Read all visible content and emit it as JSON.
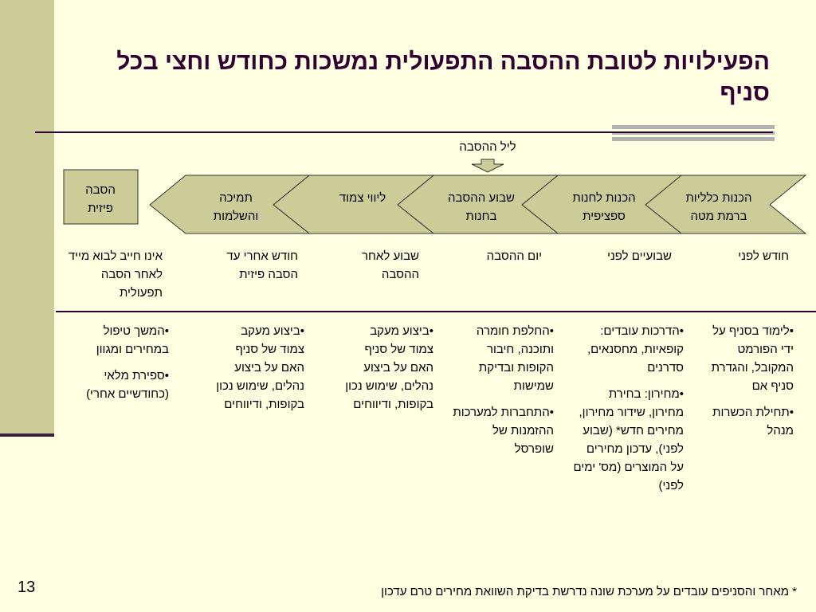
{
  "title": "הפעילויות לטובת ההסבה התפעולית נמשכות כחודש וחצי בכל סניף",
  "slide_number": "13",
  "conversion_night_label": "ליל ההסבה",
  "physical_box": {
    "line1": "הסבה",
    "line2": "פיזית"
  },
  "stages": [
    {
      "line1": "הכנות כלליות",
      "line2": "ברמת מטה"
    },
    {
      "line1": "הכנות לחנות",
      "line2": "ספציפית"
    },
    {
      "line1": "שבוע ההסבה",
      "line2": "בחנות"
    },
    {
      "line1": "ליווי צמוד",
      "line2": ""
    },
    {
      "line1": "תמיכה",
      "line2": "והשלמות"
    }
  ],
  "timing": [
    "חודש לפני",
    "שבועיים לפני",
    "יום ההסבה",
    "שבוע לאחר ההסבה",
    "חודש אחרי עד הסבה פיזית",
    "אינו חייב לבוא מייד לאחר הסבה תפעולית"
  ],
  "activities": [
    [
      "•לימוד בסניף על ידי הפורמט המקובל, והגדרת סניף אם",
      "•תחילת הכשרות מנהל"
    ],
    [
      "•הדרכות עובדים: קופאיות, מחסנאים, סדרנים",
      "•מחירון: בחירת מחירון, שידור מחירון, מחירים חדש* (שבוע לפני), עדכון מחירים על המוצרים (מס' ימים לפני)"
    ],
    [
      "•החלפת חומרה ותוכנה, חיבור הקופות ובדיקת שמישות",
      "•התחברות למערכות ההזמנות של שופרסל"
    ],
    [
      "•ביצוע מעקב צמוד של סניף האם על ביצוע נהלים, שימוש נכון בקופות, ודיווחים"
    ],
    [
      "•ביצוע מעקב צמוד של סניף האם על ביצוע נהלים, שימוש נכון בקופות, ודיווחים"
    ],
    [
      "•המשך טיפול במחירים ומגוון",
      "•ספירת מלאי (כחודשיים אחרי)"
    ]
  ],
  "footnote": "* מאחר והסניפים עובדים על מערכת שונה נדרשת בדיקת השוואת מחירים טרם עדכון",
  "colors": {
    "shape_fill": "#CCCC99",
    "dark_purple": "#330033",
    "background": "#FFFFE1"
  }
}
